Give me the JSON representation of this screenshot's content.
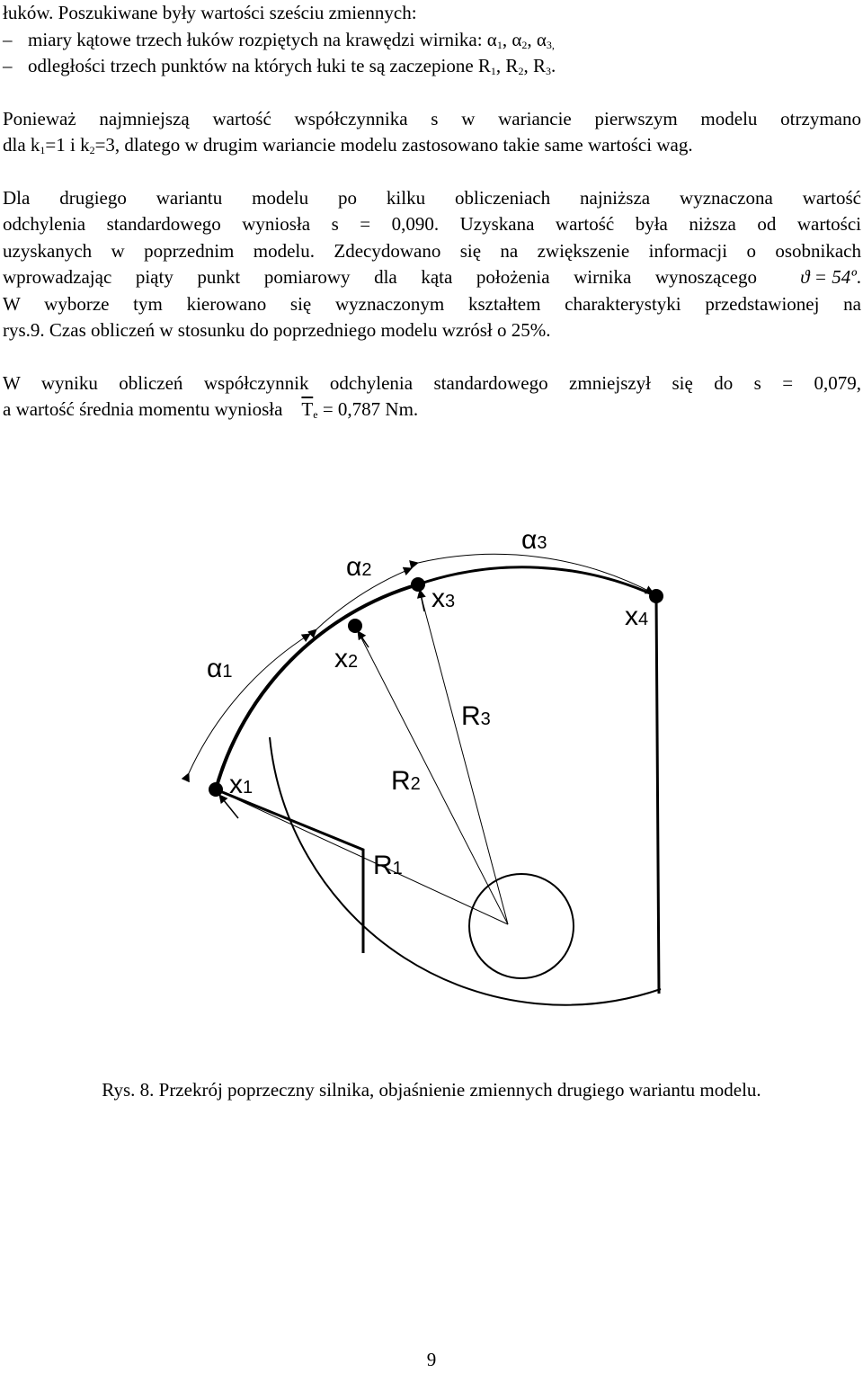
{
  "paragraph1": {
    "line1": "łuków. Poszukiwane były wartości sześciu zmiennych:",
    "bullets": [
      {
        "dash": "–",
        "text": "miary kątowe trzech łuków rozpiętych na krawędzi wirnika: α",
        "s1": "1",
        "t1": ", α",
        "s2": "2",
        "t2": ", α",
        "s3": "3,",
        "t3": ""
      },
      {
        "dash": "–",
        "text": "odległości trzech punktów na których łuki te są zaczepione R",
        "s1": "1",
        "t1": ", R",
        "s2": "2",
        "t2": ", R",
        "s3": "3",
        "t3": "."
      }
    ]
  },
  "paragraph2": {
    "line1": "Ponieważ najmniejszą wartość współczynnika s w wariancie pierwszym modelu otrzymano",
    "line2a": "dla k",
    "line2s1": "1",
    "line2b": "=1 i k",
    "line2s2": "2",
    "line2c": "=3, dlatego w drugim wariancie modelu zastosowano takie same wartości wag."
  },
  "paragraph3": {
    "line1": "Dla drugiego wariantu modelu po kilku obliczeniach najniższa wyznaczona wartość",
    "line2": "odchylenia standardowego wyniosła s = 0,090. Uzyskana wartość była niższa od wartości",
    "line3": "uzyskanych w poprzednim modelu. Zdecydowano się na zwiększenie informacji o osobnikach",
    "line4": "wprowadzając piąty punkt pomiarowy dla kąta położenia wirnika wynoszącego",
    "line4_math": "ϑ = 54º",
    "line4_end": ".",
    "line5": "W wyborze tym kierowano się wyznaczonym kształtem charakterystyki przedstawionej na",
    "line6": "rys.9. Czas obliczeń w stosunku do poprzedniego modelu wzrósł o 25%."
  },
  "paragraph4": {
    "line1": "W wyniku obliczeń współczynnik odchylenia standardowego zmniejszył się do s = 0,079,",
    "line2": "a wartość średnia momentu wyniosła",
    "math_T": "T",
    "math_sub": "e",
    "math_rest": " = 0,787  Nm."
  },
  "figure": {
    "labels": {
      "alpha1": "α",
      "alpha1_sub": "1",
      "alpha2": "α",
      "alpha2_sub": "2",
      "alpha3": "α",
      "alpha3_sub": "3",
      "x1": "x",
      "x1_sub": "1",
      "x2": "x",
      "x2_sub": "2",
      "x3": "x",
      "x3_sub": "3",
      "x4": "x",
      "x4_sub": "4",
      "r1": "R",
      "r1_sub": "1",
      "r2": "R",
      "r2_sub": "2",
      "r3": "R",
      "r3_sub": "3"
    }
  },
  "caption": "Rys. 8. Przekrój poprzeczny silnika, objaśnienie zmiennych drugiego wariantu modelu.",
  "page_number": "9"
}
